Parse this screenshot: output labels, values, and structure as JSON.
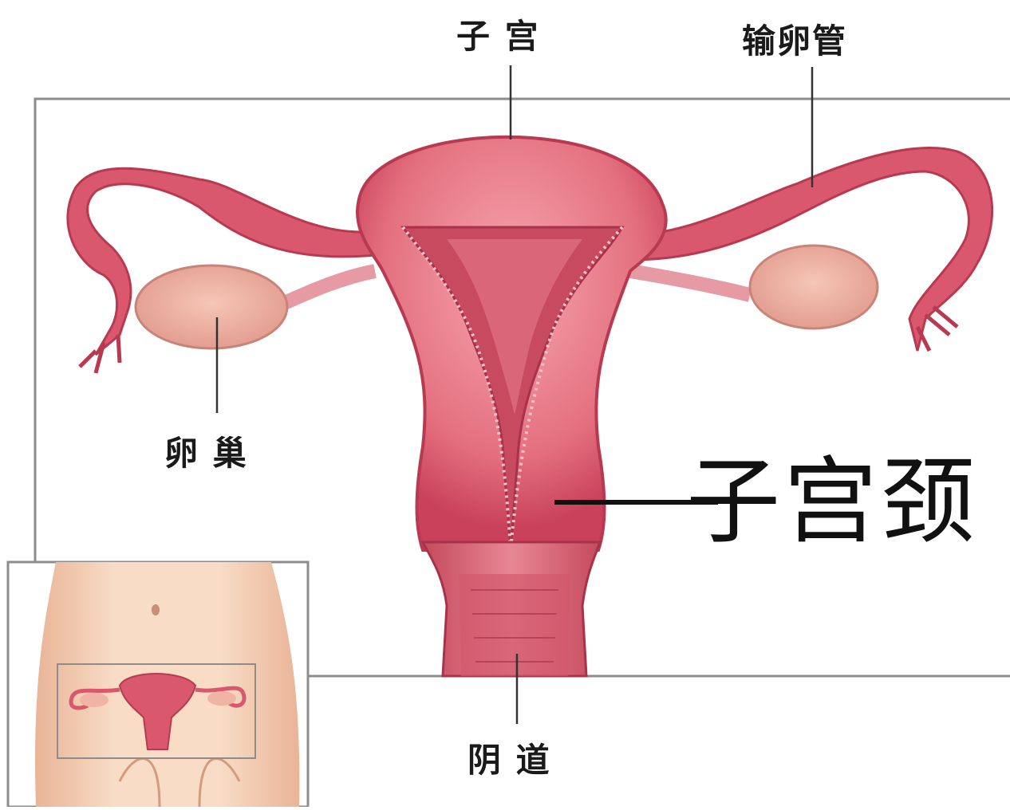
{
  "labels": {
    "uterus": "子 宫",
    "fallopian_tube": "输卵管",
    "ovary": "卵 巢",
    "cervix": "子宫颈",
    "vagina": "阴 道"
  },
  "colors": {
    "tissue_dark": "#c9415a",
    "tissue_mid": "#e06a7e",
    "tissue_light": "#f2a4ad",
    "ovary": "#f0b4a4",
    "frame_line": "#8c8c8c",
    "skin": "#f4cfb3"
  }
}
